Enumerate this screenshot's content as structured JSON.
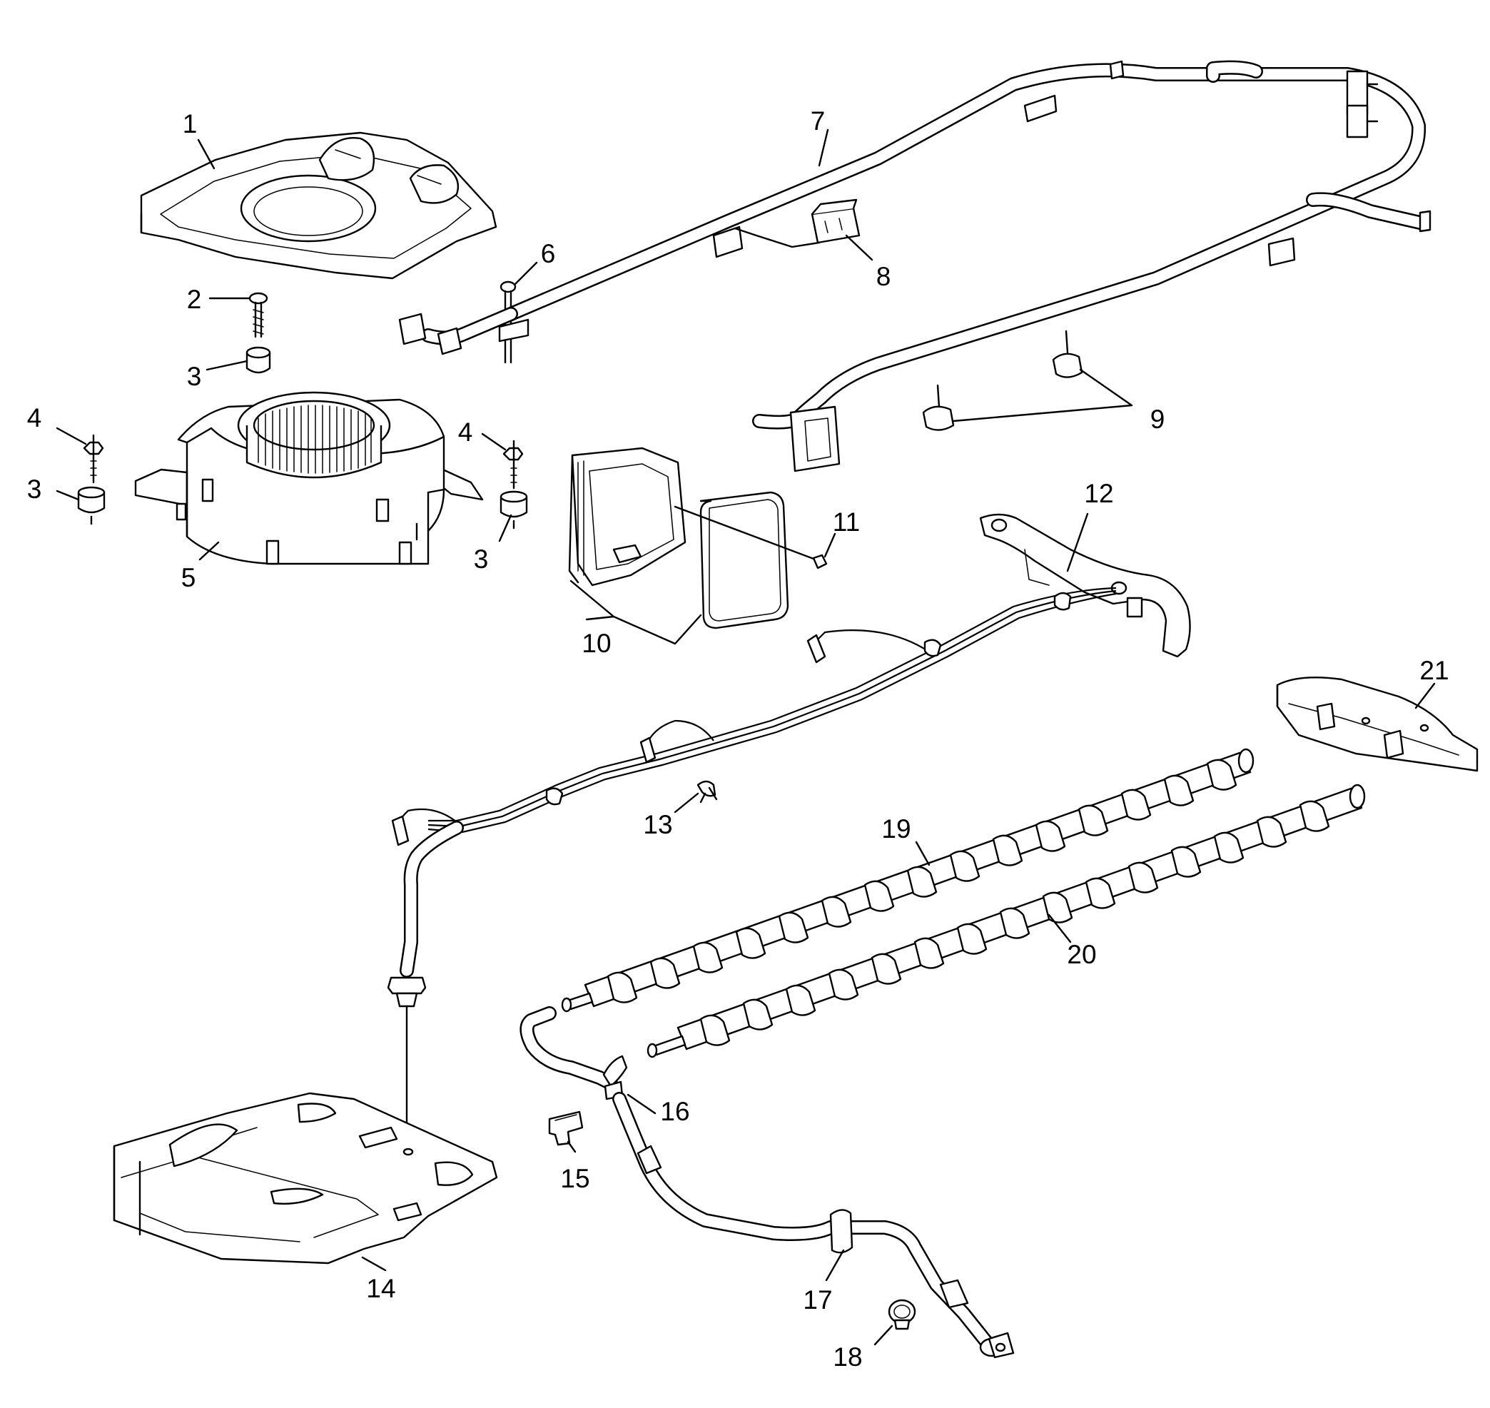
{
  "diagram": {
    "callouts": [
      {
        "id": "c1",
        "label": "1"
      },
      {
        "id": "c2",
        "label": "2"
      },
      {
        "id": "c3a",
        "label": "3"
      },
      {
        "id": "c3b",
        "label": "3"
      },
      {
        "id": "c3c",
        "label": "3"
      },
      {
        "id": "c4a",
        "label": "4"
      },
      {
        "id": "c4b",
        "label": "4"
      },
      {
        "id": "c5",
        "label": "5"
      },
      {
        "id": "c6",
        "label": "6"
      },
      {
        "id": "c7",
        "label": "7"
      },
      {
        "id": "c8",
        "label": "8"
      },
      {
        "id": "c9",
        "label": "9"
      },
      {
        "id": "c10",
        "label": "10"
      },
      {
        "id": "c11",
        "label": "11"
      },
      {
        "id": "c12",
        "label": "12"
      },
      {
        "id": "c13",
        "label": "13"
      },
      {
        "id": "c14",
        "label": "14"
      },
      {
        "id": "c15",
        "label": "15"
      },
      {
        "id": "c16",
        "label": "16"
      },
      {
        "id": "c17",
        "label": "17"
      },
      {
        "id": "c18",
        "label": "18"
      },
      {
        "id": "c19",
        "label": "19"
      },
      {
        "id": "c20",
        "label": "20"
      },
      {
        "id": "c21",
        "label": "21"
      }
    ]
  }
}
